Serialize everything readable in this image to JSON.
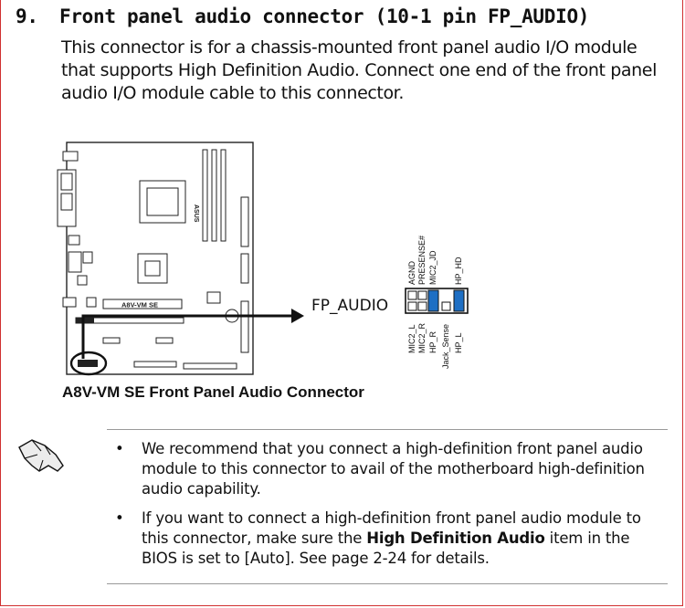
{
  "section": {
    "number": "9.",
    "title": "Front panel audio connector (10-1 pin FP_AUDIO)",
    "intro": "This connector is for a chassis-mounted front panel audio I/O module that supports High Definition Audio. Connect one end of the front panel audio I/O module cable to this connector."
  },
  "diagram": {
    "board_label": "A8V-VM SE",
    "connector_label": "FP_AUDIO",
    "top_pins": [
      "AGND",
      "PRESENSE#",
      "MIC2_JD",
      "",
      "HP_HD"
    ],
    "bottom_pins": [
      "MIC2_L",
      "MIC2_R",
      "HP_R",
      "Jack_Sense",
      "HP_L"
    ],
    "highlight_color": "#1e6fc4",
    "caption": "A8V-VM SE Front Panel Audio Connector"
  },
  "note": {
    "icon": "hand-note-icon",
    "bullet1": "We recommend that you connect a high-definition front panel audio module to this connector to avail of the motherboard high-definition audio capability.",
    "bullet2_pre": "If you want to connect a high-definition front panel audio module to this connector, make sure the ",
    "bullet2_bold": "High Definition Audio",
    "bullet2_post": " item in the BIOS is set to [Auto]. See page 2-24 for details."
  }
}
